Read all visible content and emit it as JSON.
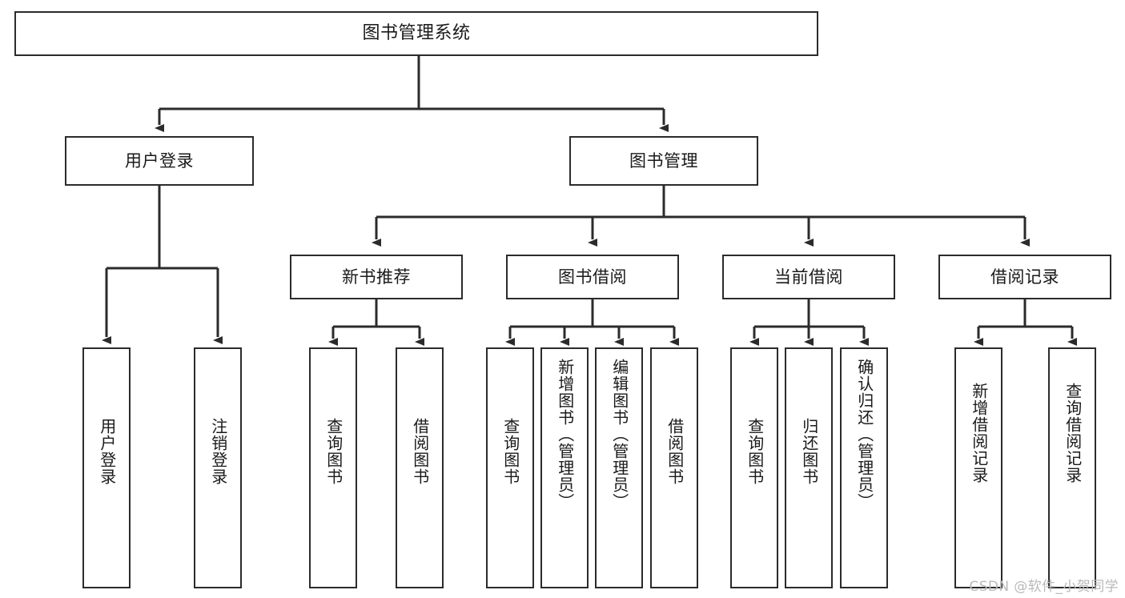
{
  "diagram": {
    "type": "tree-hierarchy-chart",
    "title": "图书管理系统",
    "watermark": "CSDN @软件_小贺同学",
    "colors": {
      "box_border": "#2b2b2b",
      "box_fill": "#ffffff",
      "connector": "#2b2b2b",
      "text": "#1a1a1a",
      "watermark": "#b9b9b9"
    },
    "nodes": {
      "root": {
        "label": "图书管理系统",
        "level": 1,
        "orientation": "horizontal"
      },
      "level2": [
        {
          "id": "user-login",
          "label": "用户登录",
          "orientation": "horizontal"
        },
        {
          "id": "book-management",
          "label": "图书管理",
          "orientation": "horizontal"
        }
      ],
      "level3": [
        {
          "id": "new-book-recommend",
          "label": "新书推荐",
          "orientation": "horizontal"
        },
        {
          "id": "book-borrow",
          "label": "图书借阅",
          "orientation": "horizontal"
        },
        {
          "id": "current-borrow",
          "label": "当前借阅",
          "orientation": "horizontal"
        },
        {
          "id": "borrow-record",
          "label": "借阅记录",
          "orientation": "horizontal"
        }
      ],
      "leaves": [
        {
          "id": "leaf-user-login",
          "label": "用户登录",
          "parent": "user-login",
          "orientation": "vertical"
        },
        {
          "id": "leaf-user-logout",
          "label": "注销登录",
          "parent": "user-login",
          "orientation": "vertical"
        },
        {
          "id": "leaf-query-book-1",
          "label": "查询图书",
          "parent": "new-book-recommend",
          "orientation": "vertical"
        },
        {
          "id": "leaf-borrow-book-1",
          "label": "借阅图书",
          "parent": "new-book-recommend",
          "orientation": "vertical"
        },
        {
          "id": "leaf-query-book-2",
          "label": "查询图书",
          "parent": "book-borrow",
          "orientation": "vertical"
        },
        {
          "id": "leaf-add-book",
          "label": "新增图书（管理员）",
          "parent": "book-borrow",
          "orientation": "vertical"
        },
        {
          "id": "leaf-edit-book",
          "label": "编辑图书（管理员）",
          "parent": "book-borrow",
          "orientation": "vertical"
        },
        {
          "id": "leaf-borrow-book-2",
          "label": "借阅图书",
          "parent": "book-borrow",
          "orientation": "vertical"
        },
        {
          "id": "leaf-query-book-3",
          "label": "查询图书",
          "parent": "current-borrow",
          "orientation": "vertical"
        },
        {
          "id": "leaf-return-book",
          "label": "归还图书",
          "parent": "current-borrow",
          "orientation": "vertical"
        },
        {
          "id": "leaf-confirm-return",
          "label": "确认归还（管理员）",
          "parent": "current-borrow",
          "orientation": "vertical"
        },
        {
          "id": "leaf-add-record",
          "label": "新增借阅记录",
          "parent": "borrow-record",
          "orientation": "vertical"
        },
        {
          "id": "leaf-query-record",
          "label": "查询借阅记录",
          "parent": "borrow-record",
          "orientation": "vertical"
        }
      ]
    }
  }
}
